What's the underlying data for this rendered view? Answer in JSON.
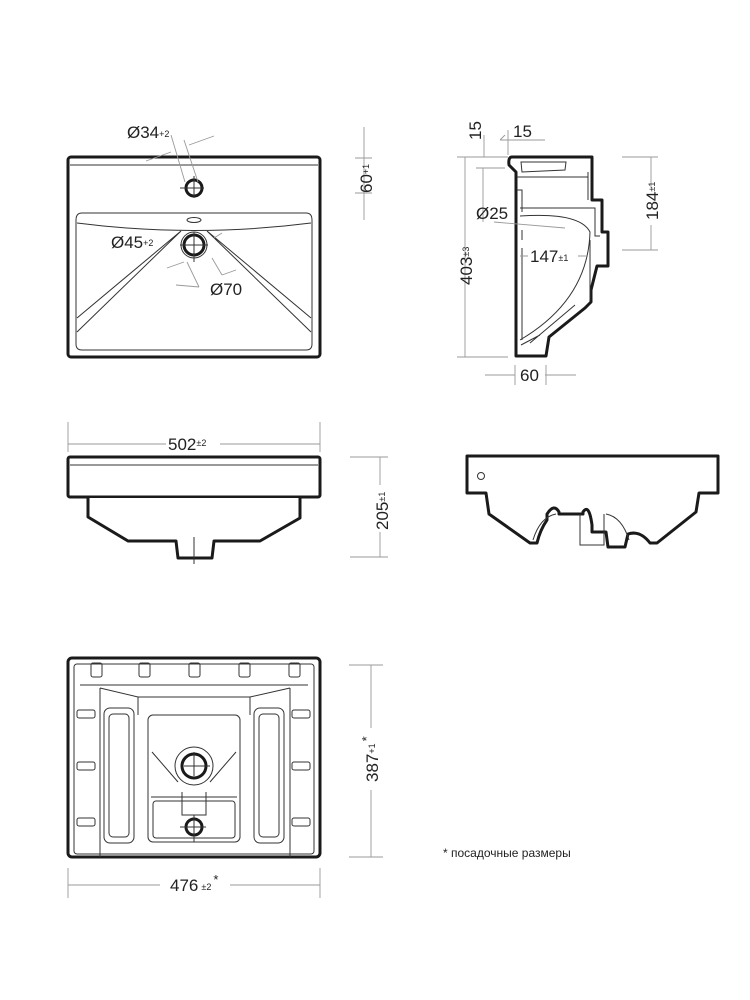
{
  "top_view": {
    "tap_hole": {
      "main": "Ø34",
      "tol": "+2"
    },
    "drain": {
      "main": "Ø45",
      "tol": "+2"
    },
    "drain_outer": {
      "main": "Ø70"
    },
    "rim_depth": {
      "main": "60",
      "tol": "+1"
    }
  },
  "side_view": {
    "wall_a": {
      "main": "15"
    },
    "wall_b": {
      "main": "15"
    },
    "height": {
      "main": "403",
      "tol": "±3"
    },
    "overflow": {
      "main": "Ø25"
    },
    "depth": {
      "main": "147",
      "tol": "±1"
    },
    "rear_height": {
      "main": "184",
      "tol": "±1"
    },
    "bottom_width": {
      "main": "60"
    }
  },
  "front_view": {
    "width": {
      "main": "502",
      "tol": "±2"
    },
    "height": {
      "main": "205",
      "tol": "±1"
    }
  },
  "bottom_view": {
    "depth": {
      "main": "387",
      "tol": "+1",
      "mark": "*"
    },
    "width": {
      "main": "476",
      "tol": "±2",
      "mark": "*"
    }
  },
  "note": "* посадочные размеры"
}
